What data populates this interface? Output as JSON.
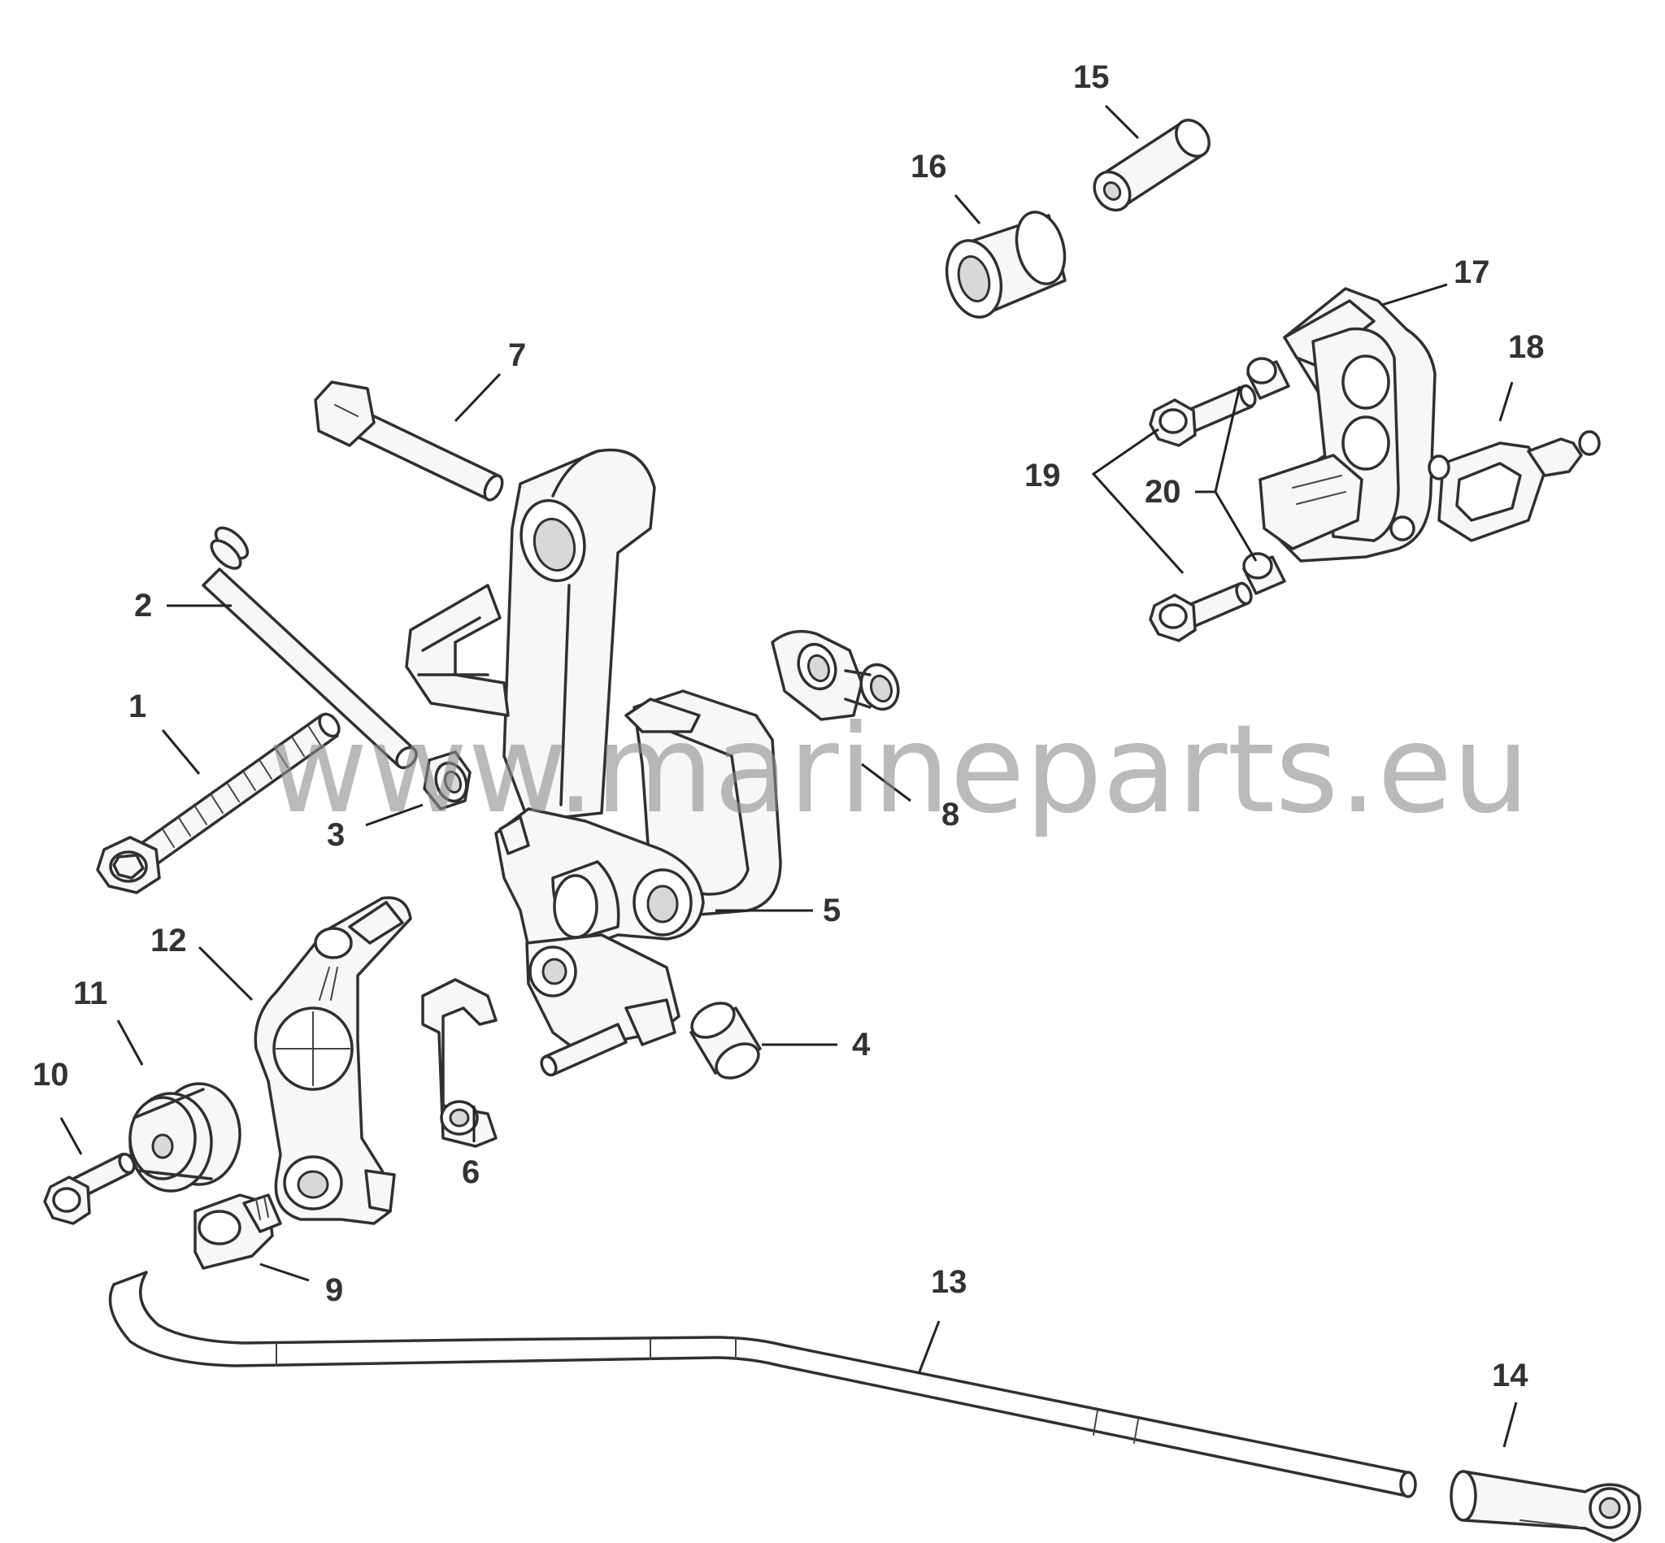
{
  "watermark": "www.marineparts.eu",
  "callouts": [
    "1",
    "2",
    "3",
    "4",
    "5",
    "6",
    "7",
    "8",
    "9",
    "10",
    "11",
    "12",
    "13",
    "14",
    "15",
    "16",
    "17",
    "18",
    "19",
    "20"
  ],
  "colors": {
    "line": "#303030",
    "fill": "#f7f7f7",
    "watermark": "#8c8c8c"
  }
}
